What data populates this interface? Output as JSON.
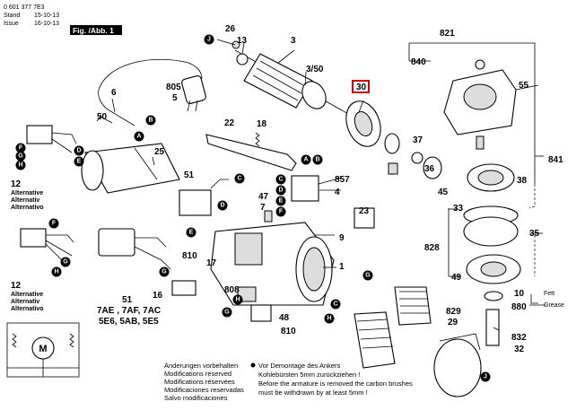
{
  "header": {
    "part_number": "0 601 377 7E3",
    "stand_label": "Stand",
    "stand_value": "15-10-13",
    "issue_label": "Issue",
    "issue_value": "16-10-13",
    "fig_tag": "Fig. /Abb. 1"
  },
  "highlight_part": "30",
  "parts": [
    "3",
    "3/50",
    "26",
    "13",
    "6",
    "805",
    "5",
    "50",
    "22",
    "18",
    "25",
    "857",
    "4",
    "51",
    "47",
    "7",
    "23",
    "9",
    "1",
    "810",
    "17",
    "16",
    "808",
    "48",
    "810",
    "821",
    "840",
    "55",
    "841",
    "37",
    "36",
    "45",
    "38",
    "33",
    "35",
    "828",
    "49",
    "10",
    "880",
    "829",
    "29",
    "832",
    "32"
  ],
  "group_labels": {
    "alt_group_top": [
      "12",
      "Alternative",
      "Alternativ",
      "Alternativo"
    ],
    "alt_group_bottom": [
      "12",
      "Alternative",
      "Alternativ",
      "Alternativo"
    ],
    "variant_part": "51",
    "variants_line1": "7AE , 7AF, 7AC",
    "variants_line2": "5E6, 5AB, 5E5"
  },
  "fett": [
    "Fett",
    "Grease"
  ],
  "bubbles": [
    "A",
    "B",
    "C",
    "D",
    "E",
    "F",
    "G",
    "H",
    "J"
  ],
  "notes": {
    "armature_de": "Vor Demontage des Ankers",
    "armature_de2": "Kohlebürsten 5mm zurückziehen !",
    "armature_en": "Before the armature is removed the carbon brushes",
    "armature_en2": "must be withdrawn by at least 5mm !",
    "reserved": [
      "Änderungen vorbehalten",
      "Modifications reserved",
      "Modifications réservées",
      "Modificaciones reservadas",
      "Salvo modificaciones"
    ]
  },
  "icon": "motor-schematic-icon"
}
